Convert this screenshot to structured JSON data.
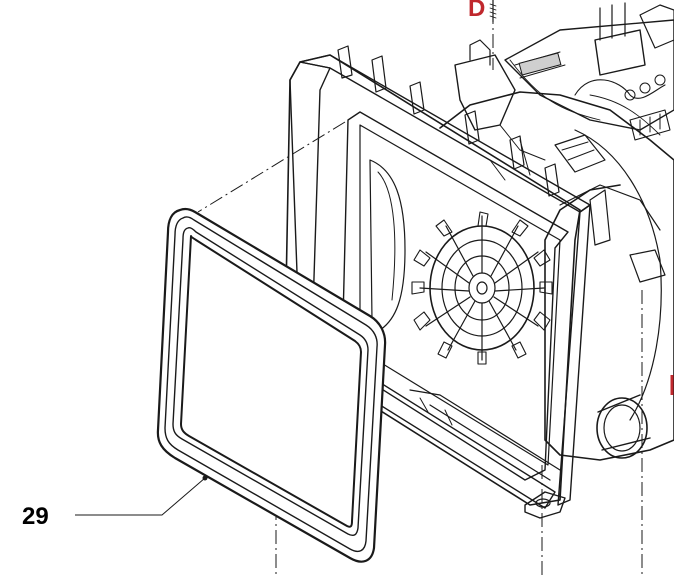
{
  "diagram": {
    "callouts": [
      {
        "id": "29",
        "text": "29",
        "color": "#000000"
      },
      {
        "id": "D",
        "text": "D",
        "color": "#c0282d"
      }
    ]
  }
}
